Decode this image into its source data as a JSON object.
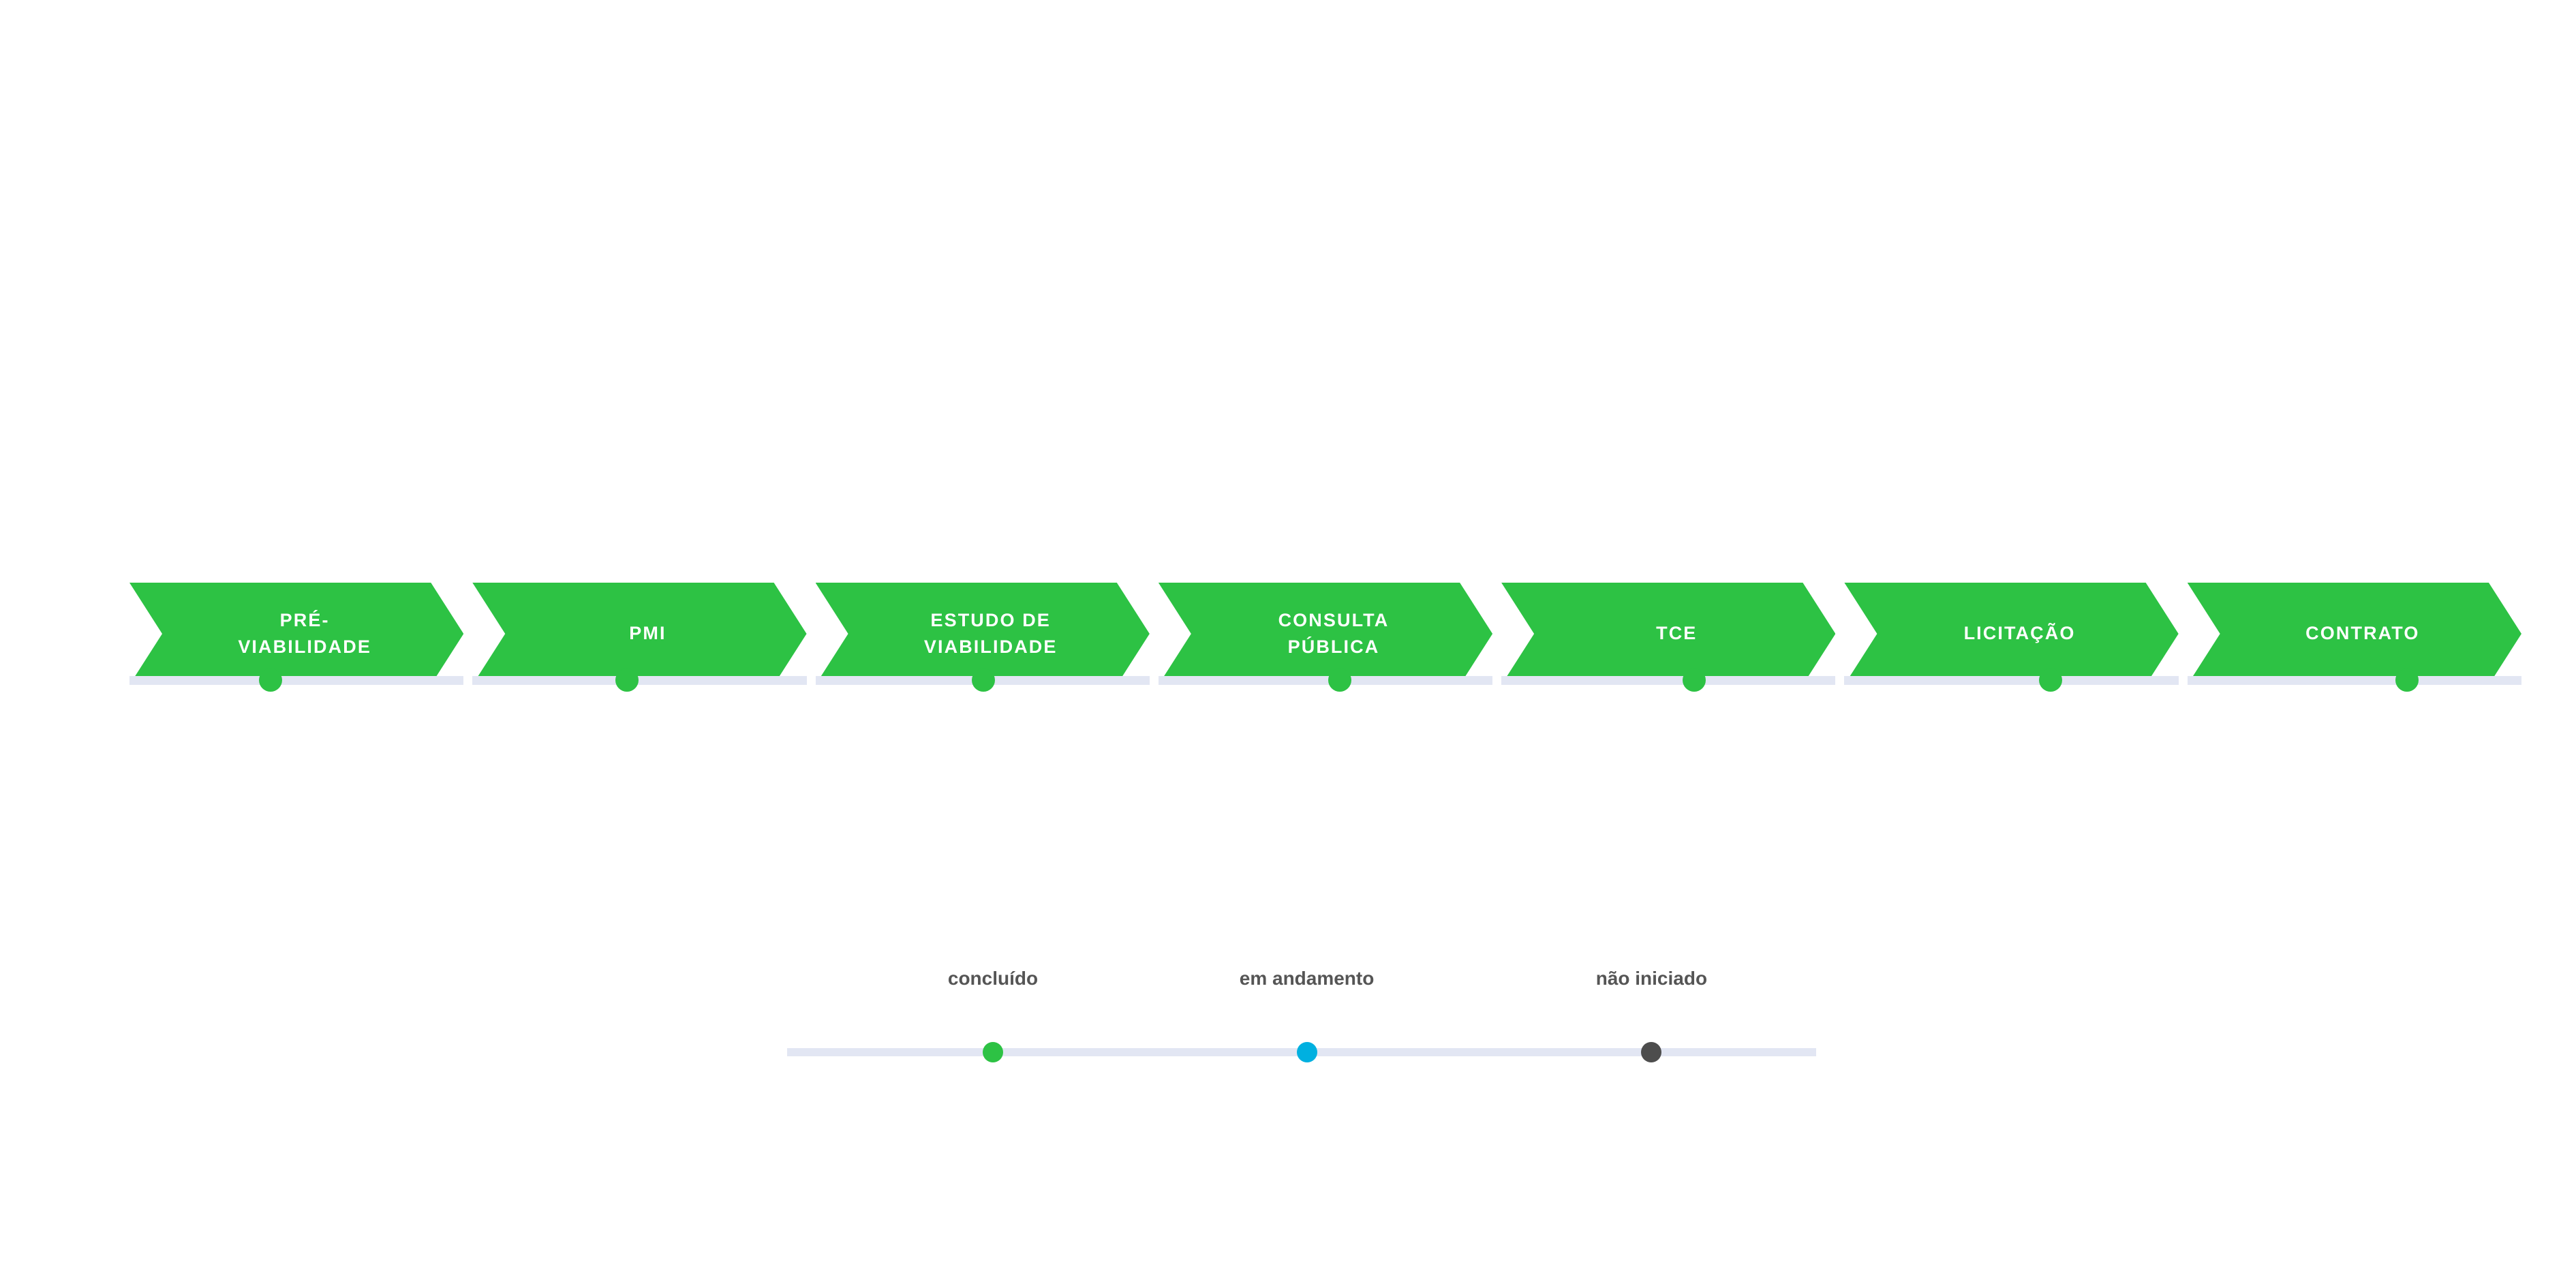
{
  "colors": {
    "concluido": "#2dc244",
    "em_andamento": "#00b0e0",
    "nao_iniciado": "#4d4d4d",
    "rail": "#e2e6f3",
    "label_text": "#555555",
    "chevron_text": "#ffffff",
    "background": "#ffffff"
  },
  "process": {
    "steps": [
      {
        "id": "pre-viabilidade",
        "label": "PRÉ-\nVIABILIDADE",
        "status": "concluido",
        "width_pct": 14.45,
        "dot_pct": 5.9
      },
      {
        "id": "pmi",
        "label": "PMI",
        "status": "concluido",
        "width_pct": 14.45,
        "dot_pct": 20.8
      },
      {
        "id": "estudo-viabilidade",
        "label": "ESTUDO DE\nVIABILIDADE",
        "status": "concluido",
        "width_pct": 14.45,
        "dot_pct": 35.7
      },
      {
        "id": "consulta-publica",
        "label": "CONSULTA\nPÚBLICA",
        "status": "concluido",
        "width_pct": 14.45,
        "dot_pct": 50.6
      },
      {
        "id": "tce",
        "label": "TCE",
        "status": "concluido",
        "width_pct": 14.45,
        "dot_pct": 65.4
      },
      {
        "id": "licitacao",
        "label": "LICITAÇÃO",
        "status": "concluido",
        "width_pct": 14.45,
        "dot_pct": 80.3
      },
      {
        "id": "contrato",
        "label": "CONTRATO",
        "status": "concluido",
        "width_pct": 14.45,
        "dot_pct": 95.2
      }
    ]
  },
  "legend": {
    "items": [
      {
        "id": "concluido",
        "label": "concluído",
        "status": "concluido",
        "label_pct": 20.0,
        "dot_pct": 20.0
      },
      {
        "id": "em-andamento",
        "label": "em andamento",
        "status": "em_andamento",
        "label_pct": 50.5,
        "dot_pct": 50.5
      },
      {
        "id": "nao-iniciado",
        "label": "não iniciado",
        "status": "nao_iniciado",
        "label_pct": 84.0,
        "dot_pct": 84.0
      }
    ],
    "rail_segments": [
      50,
      50
    ]
  }
}
